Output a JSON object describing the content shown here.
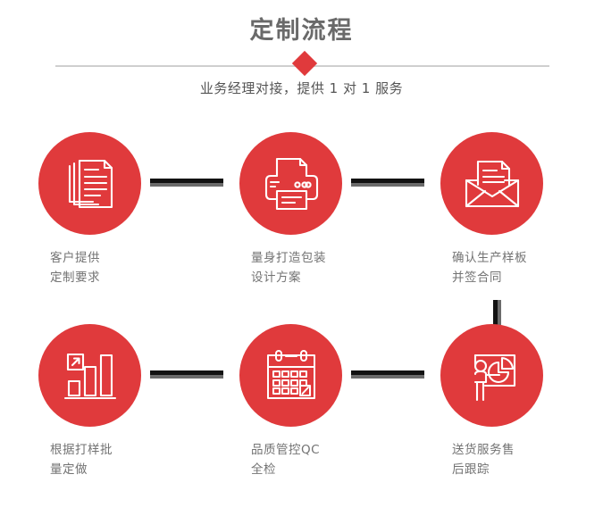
{
  "header": {
    "title": "定制流程",
    "subtitle": "业务经理对接，提供 1 对 1 服务",
    "diamond_color": "#e03a3c",
    "rule_color": "#cfcfcf"
  },
  "theme": {
    "accent": "#e03a3c",
    "title_color": "#6a6a6a",
    "label_color": "#737373",
    "connector_dark": "#121212",
    "connector_gray": "#6b6b6b",
    "background": "#ffffff"
  },
  "steps": [
    {
      "index": 1,
      "icon": "documents-stack-icon",
      "label": "客户提供\n定制要求"
    },
    {
      "index": 2,
      "icon": "printer-icon",
      "label": "量身打造包装\n设计方案"
    },
    {
      "index": 3,
      "icon": "envelope-letter-icon",
      "label": "确认生产样板\n并签合同"
    },
    {
      "index": 4,
      "icon": "bar-chart-growth-icon",
      "label": "根据打样批\n量定做"
    },
    {
      "index": 5,
      "icon": "calendar-check-icon",
      "label": "品质管控QC\n全检"
    },
    {
      "index": 6,
      "icon": "presenter-pie-chart-icon",
      "label": "送货服务售\n后跟踪"
    }
  ],
  "connectors": [
    {
      "name": "connector-step1-step2",
      "orientation": "horizontal"
    },
    {
      "name": "connector-step2-step3",
      "orientation": "horizontal"
    },
    {
      "name": "connector-step3-step4",
      "orientation": "vertical"
    },
    {
      "name": "connector-step4-step5",
      "orientation": "horizontal"
    },
    {
      "name": "connector-step5-step6",
      "orientation": "horizontal"
    }
  ]
}
